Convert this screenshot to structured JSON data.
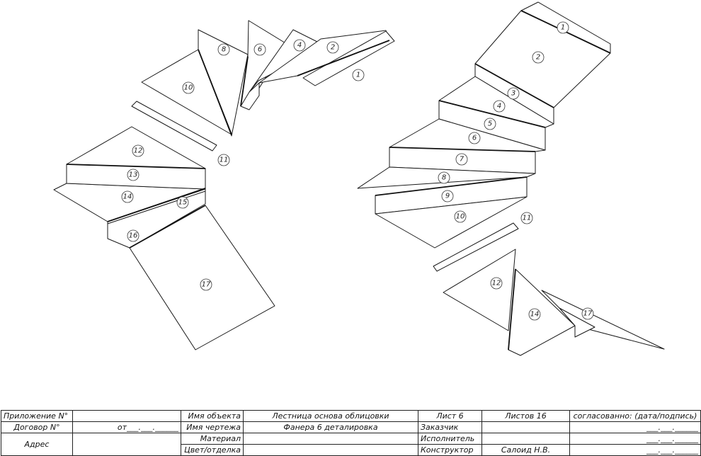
{
  "left_view": {
    "tags": [
      "1",
      "2",
      "4",
      "6",
      "8",
      "10",
      "11",
      "12",
      "13",
      "14",
      "15",
      "16",
      "17"
    ]
  },
  "right_view": {
    "tags": [
      "1",
      "2",
      "3",
      "4",
      "5",
      "6",
      "7",
      "8",
      "9",
      "10",
      "11",
      "12",
      "14",
      "17"
    ]
  },
  "title_block": {
    "appendix_label": "Приложение N°",
    "contract_label": "Договор N°",
    "contract_date": "от___.___.______",
    "address_label": "Адрес",
    "object_name_label": "Имя объекта",
    "object_name_value": "Лестница основа облицовки",
    "drawing_name_label": "Имя чертежа",
    "drawing_name_value": "Фанера 6 деталировка",
    "material_label": "Материал",
    "color_label": "Цвет/отделка",
    "sheet_label": "Лист 6",
    "sheets_label": "Листов 16",
    "customer_label": "Заказчик",
    "executor_label": "Исполнитель",
    "designer_label": "Конструктор",
    "designer_name": "Салоид Н.В.",
    "approval_label": "согласованно: (дата/подпись)",
    "date_blank_1": "___.___.______",
    "date_blank_2": "___.___.______",
    "date_blank_3": "___.___.______"
  }
}
